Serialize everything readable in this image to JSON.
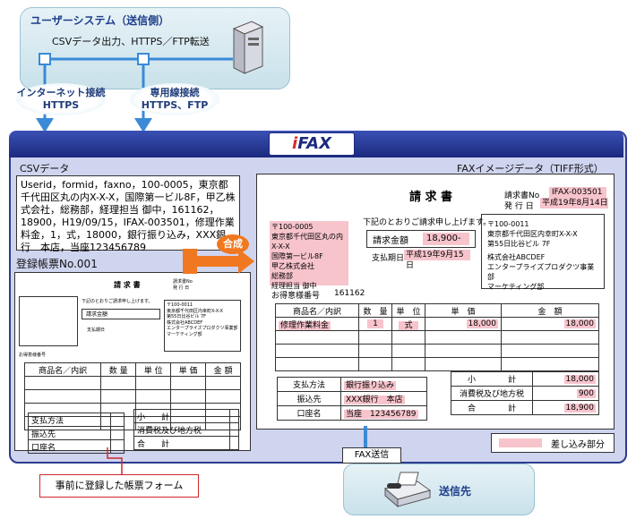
{
  "user_system": {
    "title": "ユーザーシステム（送信側）",
    "flow_text": "CSVデータ出力、HTTPS／FTP転送",
    "conn1_line1": "インターネット接続",
    "conn1_line2": "HTTPS",
    "conn2_line1": "専用線接続",
    "conn2_line2": "HTTPS、FTP"
  },
  "logo": {
    "i": "i",
    "text": "FAX"
  },
  "csv": {
    "label": "CSVデータ",
    "content": "Userid，formid，faxno，100-0005，東京都千代田区丸の内X-X-X，国際第一ビル8F，甲乙株式会社，総務部，経理担当 御中，161162，18900，H19/09/15，IFAX-003501，修理作業料金，1，式，18000，銀行振り込み，XXX銀行　本店，当座123456789"
  },
  "registered": {
    "label": "登録帳票No.001",
    "title": "請 求 書",
    "meta1": "請求書No",
    "meta2": "発 行 日",
    "intro": "下記のとおりご請求申し上げます。",
    "amount_label": "請求金額",
    "due": "支払期日",
    "company_lines": [
      "〒100-0011",
      "東京都千代田区内幸町X-X-X",
      "第55日比谷ビル 7F",
      "株式会社ABCDEF",
      "エンタープライズプロダクツ事業部",
      "マーケティング部"
    ],
    "customer_no": "お得意様番号",
    "cols": [
      "商品名／内訳",
      "数 量",
      "単 位",
      "単 価",
      "金 額"
    ],
    "pay": [
      "支払方法",
      "振込先",
      "口座名"
    ],
    "totals": [
      "小　　計",
      "消費税及び地方税",
      "合　　計"
    ]
  },
  "merge_label": "合成",
  "fax_image": {
    "label": "FAXイメージデータ（TIFF形式）",
    "title": "請 求 書",
    "no_label": "請求書No",
    "no_value": "IFAX-003501",
    "date_label": "発 行 日",
    "date_value": "平成19年8月14日",
    "address_lines": [
      "〒100-0005",
      "東京都千代田区丸の内X-X-X",
      "国際第一ビル8F",
      "甲乙株式会社",
      "総務部",
      "経理担当 御中"
    ],
    "intro": "下記のとおりご請求申し上げます。",
    "amount_label": "請求金額",
    "amount_value": "18,900-",
    "due_label": "支払期日",
    "due_value": "平成19年9月15日",
    "company_lines": [
      "〒100-0011",
      "東京都千代田区内幸町X-X-X",
      "第55日比谷ビル 7F",
      "株式会社ABCDEF",
      "エンタープライズプロダクツ事業部",
      "マーケティング部"
    ],
    "customer_label": "お得意様番号",
    "customer_value": "161162",
    "cols": [
      "商品名／内訳",
      "数　量",
      "単　位",
      "単　価",
      "金　額"
    ],
    "row": [
      "修理作業料金",
      "1",
      "式",
      "18,000",
      "18,000"
    ],
    "pay_labels": [
      "支払方法",
      "振込先",
      "口座名"
    ],
    "pay_values": [
      "銀行振り込み",
      "XXX銀行　本店",
      "当座　123456789"
    ],
    "total_labels": [
      "小　　　　計",
      "消費税及び地方税",
      "合　　　　計"
    ],
    "total_values": [
      "18,000",
      "900",
      "18,900"
    ]
  },
  "legend_label": "差し込み部分",
  "fax_send": "FAX送信",
  "destination": "送信先",
  "callout": "事前に登録した帳票フォーム",
  "colors": {
    "navy": "#1c2a7e",
    "pink": "#f7c4cc",
    "orange": "#f07820",
    "red": "#d0282a",
    "arrow_blue": "#3a8ad6"
  }
}
